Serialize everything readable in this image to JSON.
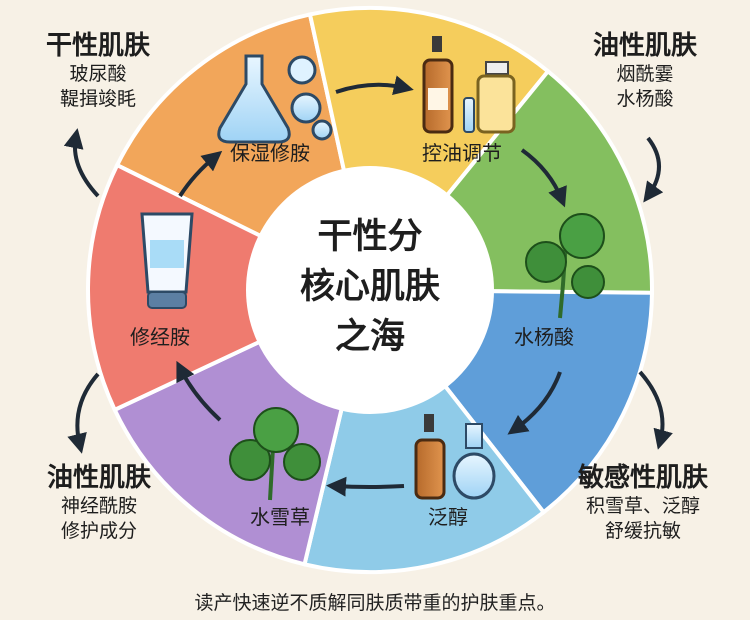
{
  "center": {
    "lines": [
      "干性分",
      "核心肌肤",
      "之海"
    ]
  },
  "segments": [
    {
      "label": "保湿修胺",
      "color": "#f2a65a",
      "icon": "flask-bubbles-icon"
    },
    {
      "label": "控油调节",
      "color": "#f5cd5c",
      "icon": "bottles-icon"
    },
    {
      "label": "水杨酸",
      "color": "#84bf5f",
      "icon": "herb-icon"
    },
    {
      "label": "泛醇",
      "color": "#5f9ed9",
      "icon": "bottles-icon"
    },
    {
      "label": "水雪草",
      "color": "#8fcbe8",
      "icon": "herb-icon"
    },
    {
      "label": "修经胺",
      "color": "#b08fd3",
      "icon": ""
    },
    {
      "label": "",
      "color": "#ef7b6f",
      "icon": "cream-tube-icon"
    }
  ],
  "corners": {
    "top_left": {
      "title": "干性肌肤",
      "lines": [
        "玻尿酸",
        "鞮揖竣眊"
      ]
    },
    "top_right": {
      "title": "油性肌肤",
      "lines": [
        "烟酰霎",
        "水杨酸"
      ]
    },
    "bottom_left": {
      "title": "油性肌肤",
      "lines": [
        "神经酰胺",
        "修护成分"
      ]
    },
    "bottom_right": {
      "title": "敏感性肌肤",
      "lines": [
        "积雪草、泛醇",
        "舒缓抗敏"
      ]
    }
  },
  "footer": "读产快速逆不质解同肤质带重的护肤重点。",
  "colors": {
    "background": "#f7f1e6",
    "arrow": "#1f2a36",
    "center_fill": "#ffffff"
  }
}
